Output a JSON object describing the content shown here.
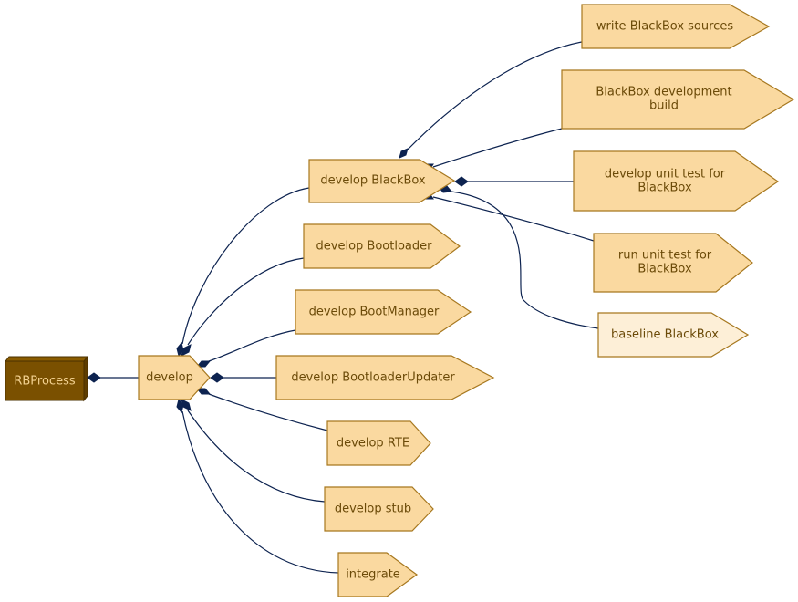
{
  "colors": {
    "edge": "#0d2350",
    "node_fill": "#fad9a0",
    "node_fill_light": "#fdefd7",
    "node_stroke": "#a7781f",
    "node_text": "#6b4a08",
    "root_fill": "#7a5000",
    "root_stroke": "#4a3000",
    "root_text": "#f3d190"
  },
  "root": {
    "label": "RBProcess"
  },
  "develop": {
    "label": "develop"
  },
  "children": [
    {
      "id": "blackbox",
      "label": "develop BlackBox"
    },
    {
      "id": "bootloader",
      "label": "develop Bootloader"
    },
    {
      "id": "bootmanager",
      "label": "develop BootManager"
    },
    {
      "id": "bootloaderupdater",
      "label": "develop BootloaderUpdater"
    },
    {
      "id": "rte",
      "label": "develop RTE"
    },
    {
      "id": "stub",
      "label": "develop stub"
    },
    {
      "id": "integrate",
      "label": "integrate"
    }
  ],
  "blackbox_children": [
    {
      "id": "write-sources",
      "lines": [
        "write BlackBox sources"
      ],
      "light": false
    },
    {
      "id": "dev-build",
      "lines": [
        "BlackBox development",
        "build"
      ],
      "light": false
    },
    {
      "id": "dev-unit-test",
      "lines": [
        "develop unit test for",
        "BlackBox"
      ],
      "light": false
    },
    {
      "id": "run-unit-test",
      "lines": [
        "run unit test for",
        "BlackBox"
      ],
      "light": false
    },
    {
      "id": "baseline",
      "lines": [
        "baseline BlackBox"
      ],
      "light": true
    }
  ]
}
